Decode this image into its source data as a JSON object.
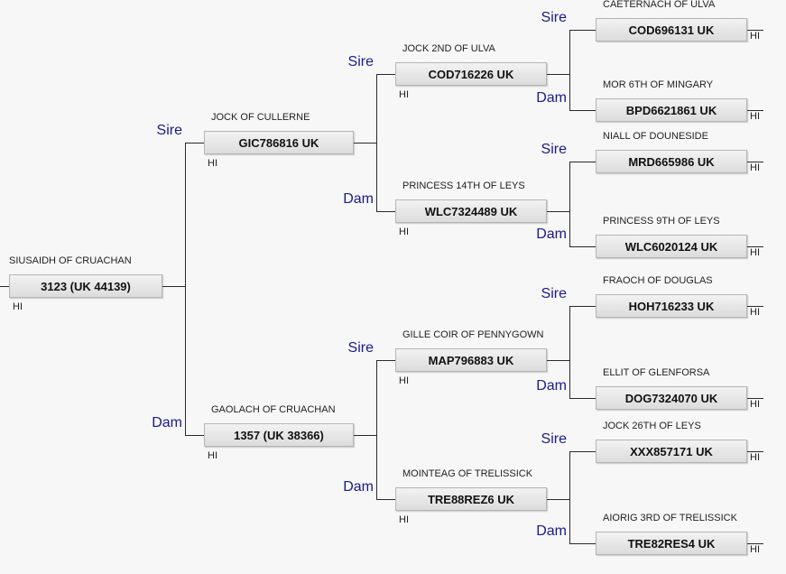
{
  "horses": {
    "root": {
      "name": "SIUSAIDH OF CRUACHAN",
      "reg": "3123 (UK 44139)",
      "tag": "HI"
    },
    "s": {
      "name": "JOCK OF CULLERNE",
      "reg": "GIC786816 UK",
      "tag": "HI",
      "role": "Sire"
    },
    "d": {
      "name": "GAOLACH OF CRUACHAN",
      "reg": "1357 (UK 38366)",
      "tag": "HI",
      "role": "Dam"
    },
    "ss": {
      "name": "JOCK 2ND OF ULVA",
      "reg": "COD716226 UK",
      "tag": "HI",
      "role": "Sire"
    },
    "sd": {
      "name": "PRINCESS 14TH OF LEYS",
      "reg": "WLC7324489 UK",
      "tag": "HI",
      "role": "Dam"
    },
    "ds": {
      "name": "GILLE COIR OF PENNYGOWN",
      "reg": "MAP796883 UK",
      "tag": "HI",
      "role": "Sire"
    },
    "dd": {
      "name": "MOINTEAG OF TRELISSICK",
      "reg": "TRE88REZ6 UK",
      "tag": "HI",
      "role": "Dam"
    },
    "sss": {
      "name": "CAETERNACH OF ULVA",
      "reg": "COD696131 UK",
      "tag": "HI",
      "role": "Sire"
    },
    "ssd": {
      "name": "MOR 6TH OF MINGARY",
      "reg": "BPD6621861 UK",
      "tag": "HI",
      "role": "Dam"
    },
    "sds": {
      "name": "NIALL OF DOUNESIDE",
      "reg": "MRD665986 UK",
      "tag": "HI",
      "role": "Sire"
    },
    "sdd": {
      "name": "PRINCESS 9TH OF LEYS",
      "reg": "WLC6020124 UK",
      "tag": "HI",
      "role": "Dam"
    },
    "dss": {
      "name": "FRAOCH OF DOUGLAS",
      "reg": "HOH716233 UK",
      "tag": "HI",
      "role": "Sire"
    },
    "dsd": {
      "name": "ELLIT OF  GLENFORSA",
      "reg": "DOG7324070 UK",
      "tag": "HI",
      "role": "Dam"
    },
    "dds": {
      "name": "JOCK 26TH OF LEYS",
      "reg": "XXX857171 UK",
      "tag": "HI",
      "role": "Sire"
    },
    "ddd": {
      "name": "AIORIG 3RD OF TRELISSICK",
      "reg": "TRE82RES4 UK",
      "tag": "HI",
      "role": "Dam"
    }
  }
}
